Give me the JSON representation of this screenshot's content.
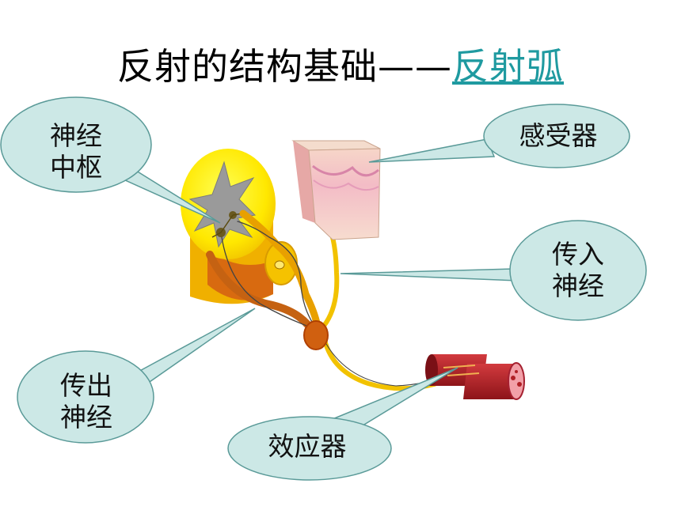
{
  "title": {
    "main": "反射的结构基础——",
    "link": "反射弧"
  },
  "callouts": [
    {
      "id": "center",
      "line1": "神经",
      "line2": "中枢"
    },
    {
      "id": "receptor",
      "line1": "感受器",
      "line2": ""
    },
    {
      "id": "afferent",
      "line1": "传入",
      "line2": "神经"
    },
    {
      "id": "efferent",
      "line1": "传出",
      "line2": "神经"
    },
    {
      "id": "effector",
      "line1": "效应器",
      "line2": ""
    }
  ],
  "colors": {
    "callout_fill": "#cce8e6",
    "callout_stroke": "#5a9a98",
    "link": "#1f9aa0",
    "nerve": "#f2c200",
    "cord_white": "#ffee00",
    "cord_gray": "#999999",
    "muscle": "#b02026",
    "skin": "#f3c2b8"
  }
}
